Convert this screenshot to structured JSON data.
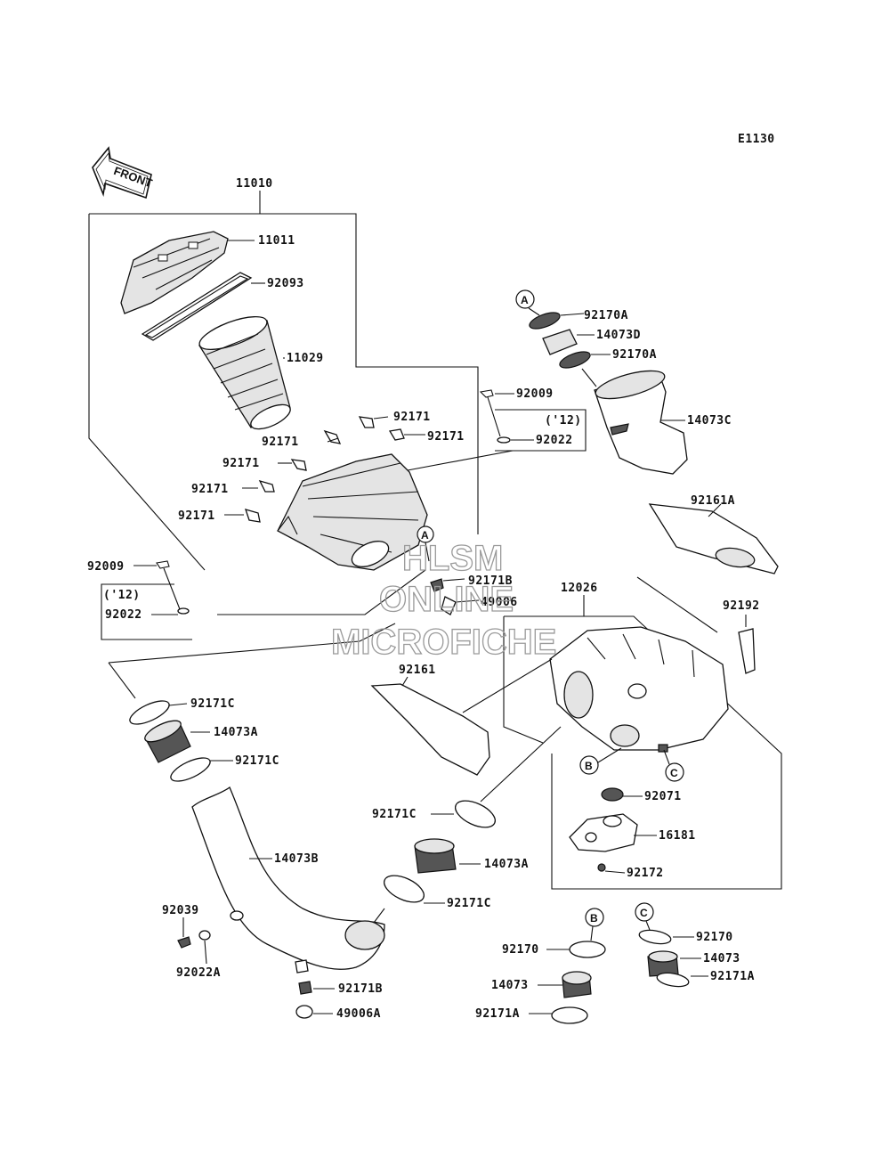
{
  "diagram_code": "E1130",
  "front_label": "FRONT",
  "watermark": {
    "line1": "HLSM",
    "line2": "ONLINE",
    "line3": "MICROFICHE"
  },
  "ref_circles": {
    "a": "A",
    "b": "B",
    "c": "C"
  },
  "parts": {
    "p11010": "11010",
    "p11011": "11011",
    "p92093": "92093",
    "p11029": "11029",
    "p92171_r1": "92171",
    "p92171_r2": "92171",
    "p92171_l1": "92171",
    "p92171_l2": "92171",
    "p92171_l3": "92171",
    "p92171_l4": "92171",
    "p92009_top": "92009",
    "p12_top": "('12)",
    "p92022_top": "92022",
    "p92170A_1": "92170A",
    "p14073D": "14073D",
    "p92170A_2": "92170A",
    "p14073C": "14073C",
    "p92161A": "92161A",
    "p92009_left": "92009",
    "p12_left": "('12)",
    "p92022_left": "92022",
    "p92171B_mid": "92171B",
    "p49006_mid": "49006",
    "p12026": "12026",
    "p92192": "92192",
    "p92161": "92161",
    "p92171C_1": "92171C",
    "p14073A_1": "14073A",
    "p92171C_2": "92171C",
    "p14073B": "14073B",
    "p92071": "92071",
    "p16181": "16181",
    "p92172": "92172",
    "p92171C_3": "92171C",
    "p14073A_2": "14073A",
    "p92171C_4": "92171C",
    "p92039": "92039",
    "p92022A": "92022A",
    "p92171B_bot": "92171B",
    "p49006A": "49006A",
    "p92170_b": "92170",
    "p14073_b": "14073",
    "p92171A_b": "92171A",
    "p92170_c": "92170",
    "p14073_c": "14073",
    "p92171A_c": "92171A"
  }
}
